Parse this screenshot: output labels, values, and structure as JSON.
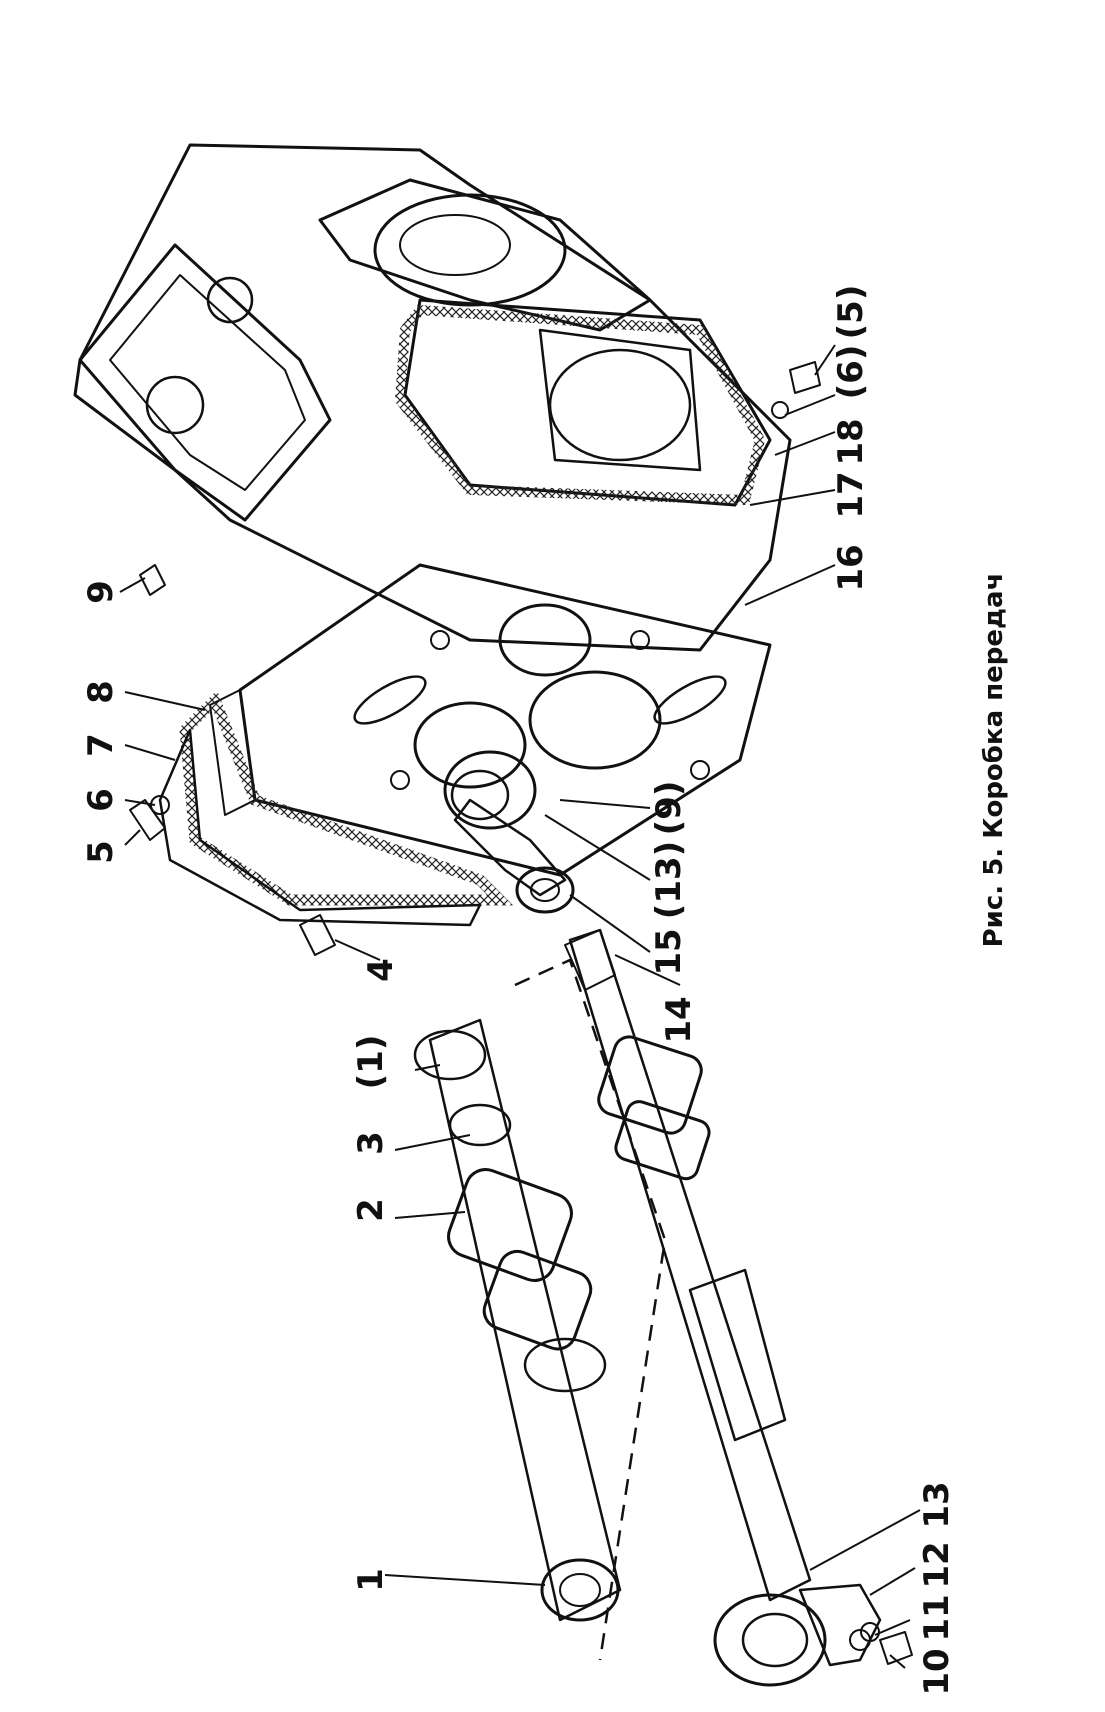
{
  "figure": {
    "caption": "Рис. 5. Коробка передач",
    "labels": {
      "l1": "1",
      "l2": "2",
      "l3": "3",
      "l1p": "(1)",
      "l4": "4",
      "l5": "5",
      "l6": "6",
      "l7": "7",
      "l8": "8",
      "l9": "9",
      "l9p": "(9)",
      "l13p": "(13)",
      "l15": "15",
      "l14": "14",
      "l16": "16",
      "l17": "17",
      "l18": "18",
      "l6p": "(6)",
      "l5p": "(5)",
      "l10": "10",
      "l11": "11",
      "l12": "12",
      "l13": "13"
    }
  }
}
